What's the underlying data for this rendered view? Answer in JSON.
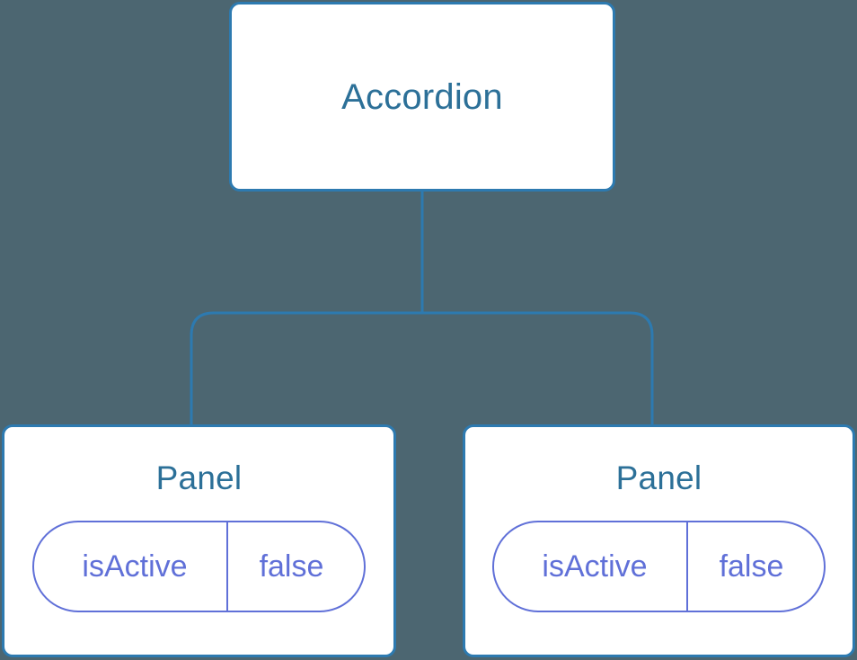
{
  "diagram": {
    "type": "component-tree",
    "background_color": "#4c6671",
    "node_border_color": "#2d7ab0",
    "node_title_color": "#2c7098",
    "badge_color": "#6070d8",
    "edge_color": "#2d7ab0",
    "root": {
      "id": "accordion",
      "title": "Accordion"
    },
    "children": [
      {
        "id": "panel-left",
        "title": "Panel",
        "state": {
          "key": "isActive",
          "value": "false"
        }
      },
      {
        "id": "panel-right",
        "title": "Panel",
        "state": {
          "key": "isActive",
          "value": "false"
        }
      }
    ]
  }
}
